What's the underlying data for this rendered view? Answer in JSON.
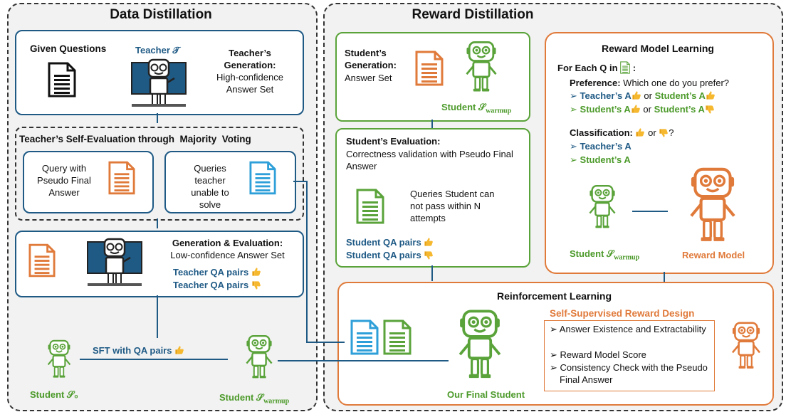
{
  "colors": {
    "blue": "#1f5a85",
    "green": "#5aa33a",
    "orange": "#e07a3a",
    "dark": "#111111",
    "panel": "#f2f2f2"
  },
  "data_distillation": {
    "title": "Data Distillation",
    "given_questions": "Given Questions",
    "teacher": "Teacher 𝒯",
    "teacher_generation_title": "Teacher’s Generation:",
    "teacher_generation_body": "High-confidence Answer Set",
    "self_eval_title": "Teacher’s Self-Evaluation through  Majority  Voting",
    "query_pseudo": "Query with Pseudo Final Answer",
    "queries_unable": "Queries teacher unable to solve",
    "gen_eval_title": "Generation & Evaluation:",
    "gen_eval_body": "Low-confidence Answer Set",
    "teacher_qa_up": "Teacher QA pairs",
    "teacher_qa_down": "Teacher QA pairs",
    "student_s0": "Student 𝒮₀",
    "sft": "SFT with QA pairs",
    "student_warmup": "Student 𝒮",
    "warmup_sub": "warmup"
  },
  "reward_distillation": {
    "title": "Reward Distillation",
    "student_generation_title": "Student’s Generation:",
    "student_generation_body": "Answer Set",
    "student_warmup": "Student 𝒮",
    "warmup_sub": "warmup",
    "student_eval_title": "Student’s Evaluation:",
    "student_eval_body": "Correctness validation with Pseudo Final Answer",
    "student_fail": "Queries Student can not pass within N attempts",
    "student_qa_up": "Student QA pairs",
    "student_qa_down": "Student QA pairs",
    "rml_title": "Reward Model Learning",
    "for_each": "For Each Q in",
    "preference_label": "Preference:",
    "preference_q": "Which one do you prefer?",
    "pref1_a": "Teacher’s A",
    "pref1_or": "or",
    "pref1_b": "Student’s A",
    "pref2_a": "Student’s A",
    "pref2_or": "or",
    "pref2_b": "Student’s A",
    "classification_label": "Classification:",
    "classification_or": "or",
    "classification_q": "?",
    "cls1": "Teacher’s A",
    "cls2": "Student’s A",
    "rml_student": "Student 𝒮",
    "rml_warmup_sub": "warmup",
    "reward_model": "Reward Model",
    "rl_title": "Reinforcement Learning",
    "ssrd_title": "Self-Supervised Reward Design",
    "ssrd_items": [
      "Answer Existence and Extractability",
      "Reward Model Score",
      "Consistency Check with the Pseudo Final Answer"
    ],
    "final_student": "Our Final Student"
  },
  "icons": {
    "document": "document-icon",
    "robot": "robot-icon",
    "thumbs_up": "thumbs-up-icon",
    "thumbs_down": "thumbs-down-icon",
    "arrow_bullet": "arrow-bullet-icon"
  }
}
